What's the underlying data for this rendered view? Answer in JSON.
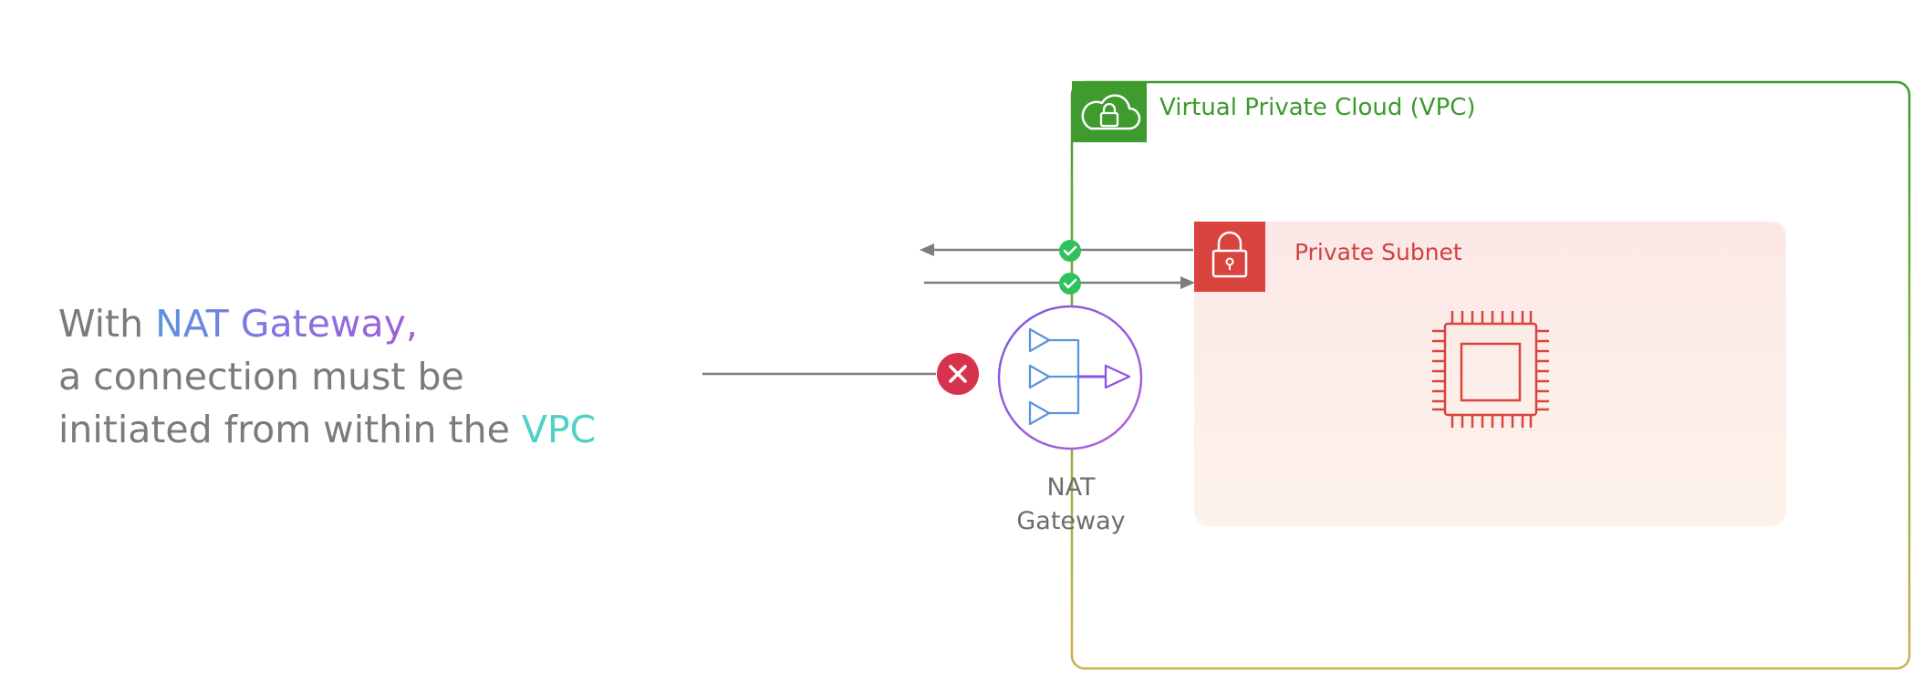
{
  "caption": {
    "line1_prefix": "With ",
    "line1_highlight": "NAT Gateway",
    "line1_suffix": ",",
    "line2": "a connection must be",
    "line3_prefix": "initiated from within the ",
    "line3_highlight": "VPC"
  },
  "vpc": {
    "label": "Virtual Private Cloud (VPC)",
    "icon": "cloud-lock-icon"
  },
  "subnet": {
    "label": "Private Subnet",
    "icon": "padlock-icon",
    "resource_icon": "cpu-chip-icon"
  },
  "nat_gateway": {
    "label_line1": "NAT",
    "label_line2": "Gateway",
    "icon": "nat-gateway-icon"
  },
  "connections": {
    "outbound": "allowed",
    "return": "allowed",
    "inbound_from_outside": "blocked"
  },
  "colors": {
    "vpc_green": "#3f9b2e",
    "vpc_border_bottom": "#cdb04a",
    "subnet_red": "#d9443f",
    "nat_purple": "#8c54e0",
    "check_green": "#2fc25b",
    "blocked_red": "#d6334f",
    "arrow_gray": "#7d7d7d",
    "caption_gray": "#7b7b7b",
    "highlight_teal": "#4fd1c5"
  }
}
